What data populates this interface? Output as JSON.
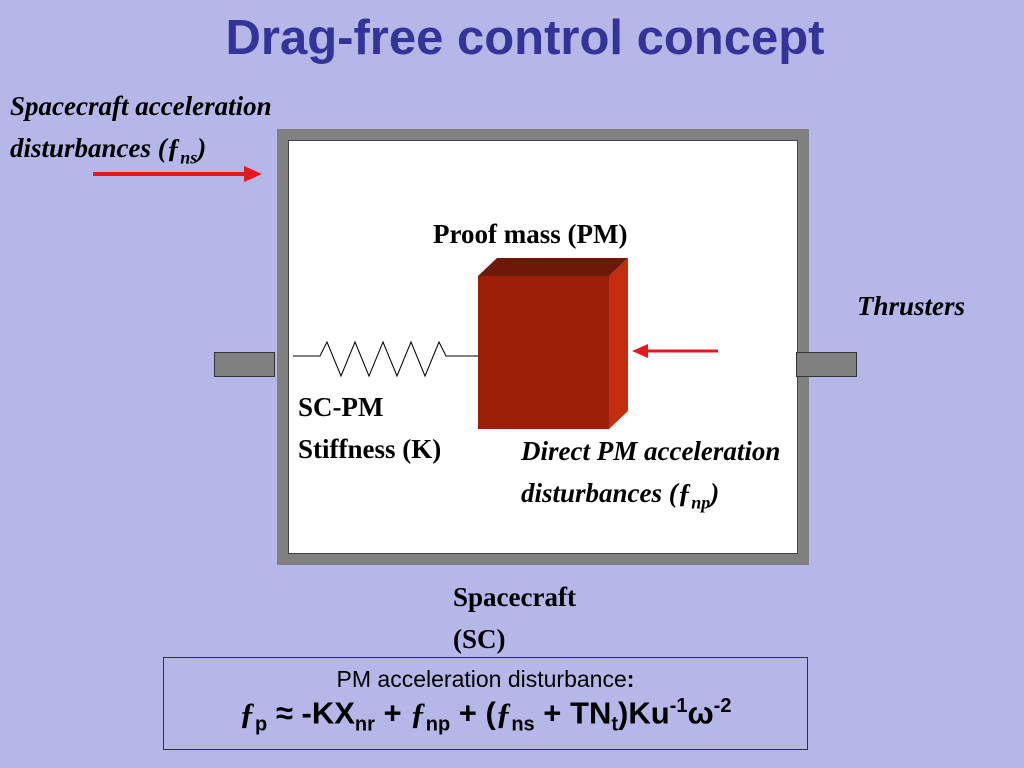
{
  "title": "Drag-free control concept",
  "sc_disturbance": {
    "line1": "Spacecraft acceleration",
    "line2_prefix": "disturbances (",
    "symbol": "ƒ",
    "subscript": "ns",
    "line2_suffix": ")"
  },
  "proof_mass_label": "Proof mass (PM)",
  "thrusters_label": "Thrusters",
  "stiffness": {
    "line1": "SC-PM",
    "line2": "Stiffness (K)"
  },
  "pm_disturbance": {
    "line1": "Direct PM acceleration",
    "line2_prefix": "disturbances (",
    "symbol": "ƒ",
    "subscript": "np",
    "line2_suffix": ")"
  },
  "spacecraft": {
    "line1": "Spacecraft",
    "line2": "(SC)"
  },
  "formula": {
    "caption": "PM acceleration disturbance",
    "caption_colon": ":",
    "f": "ƒ",
    "sub_p": "p",
    "approx": " ≈ -KX",
    "sub_nr": "nr",
    "plus1": " + ",
    "sub_np": "np",
    "plus2": " + (",
    "sub_ns": "ns",
    "plus3": " + TN",
    "sub_t": "t",
    "ku": ")Ku",
    "sup_m1": "-1",
    "omega": "ω",
    "sup_m2": "-2"
  },
  "colors": {
    "title": "#333399",
    "background": "#b4b7e8",
    "arrow": "#e8161d",
    "proof_mass": "#9b1f06"
  }
}
